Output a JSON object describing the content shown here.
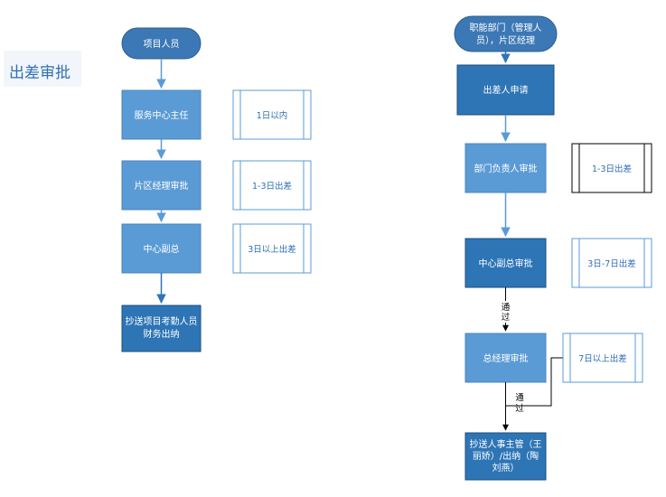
{
  "title": "出差审批",
  "left": {
    "start": "项目人员",
    "n1": "服务中心主任",
    "n2": "片区经理审批",
    "n3": "中心副总",
    "n4": [
      "抄送项目考勤人员",
      "财务出纳"
    ],
    "note1": "1日以内",
    "note2": "1-3日出差",
    "note3": "3日以上出差"
  },
  "right": {
    "start": [
      "职能部门（管理人",
      "员），片区经理"
    ],
    "n1": "出差人申请",
    "n2": "部门负责人审批",
    "n3": "中心副总审批",
    "n4": "总经理审批",
    "n5": [
      "抄送人事主管（王",
      "丽娇）/出纳（陶",
      "刘燕）"
    ],
    "note1": "1-3日出差",
    "note2": "3日-7日出差",
    "note3": "7日以上出差",
    "edge1": [
      "通",
      "过"
    ],
    "edge2": [
      "通",
      "过"
    ]
  },
  "colors": {
    "node_fill": "#5b9bd5",
    "node_dark": "#2e5f8f",
    "start_fill": "#3c78b5",
    "note_text": "#2f6fb4"
  }
}
